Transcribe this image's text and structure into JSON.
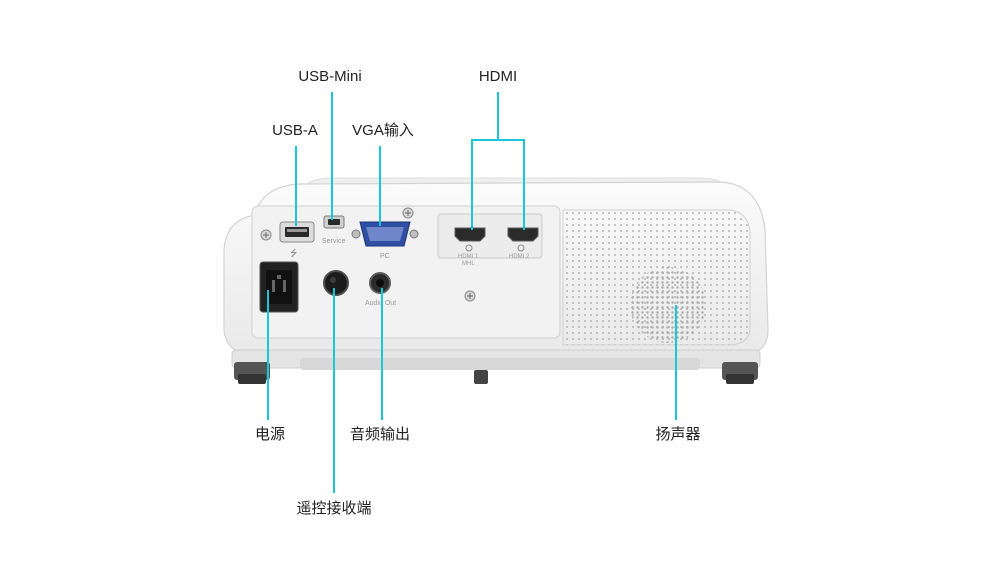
{
  "callouts": {
    "usb_mini": "USB-Mini",
    "hdmi": "HDMI",
    "usb_a": "USB-A",
    "vga_input": "VGA输入",
    "power": "电源",
    "audio_out": "音频输出",
    "speaker": "扬声器",
    "remote_receiver": "遥控接收端"
  },
  "port_captions": {
    "service": "Service",
    "pc": "PC",
    "audio_out": "Audio Out",
    "hdmi1": "HDMI 1",
    "hdmi1_sub": "MHL",
    "hdmi2": "HDMI 2"
  },
  "colors": {
    "leader_line": "#19c8d8",
    "label_text": "#222222",
    "housing": "#f3f3f3",
    "panel": "#f0f0f0",
    "vga_blue": "#2f4fa3"
  }
}
